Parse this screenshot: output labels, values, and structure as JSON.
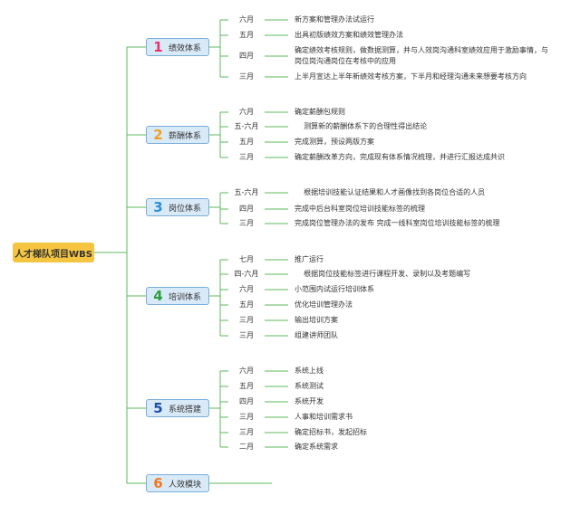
{
  "root": "人才梯队项目WBS",
  "colors": {
    "root": "#f5c542",
    "line": "#5cb85c",
    "category_fill": "#d8e9f7",
    "category_border": "#79aedb"
  },
  "categories": [
    {
      "num": "1",
      "num_color": "#e8336b",
      "label": "绩效体系",
      "items": [
        {
          "month": "六月",
          "text": "新方案和管理办法试运行"
        },
        {
          "month": "五月",
          "text": "出具初版绩效方案和绩效管理办法"
        },
        {
          "month": "四月",
          "text": "确定绩效考核规则，做数据测算，并与人效岗沟通科室绩效应用于激励事情，与\n岗位岗沟通岗位在考核中的应用"
        },
        {
          "month": "三月",
          "text": "上半月宣达上半年新绩效考核方案，下半月和经理沟通未来想要考核方向"
        }
      ]
    },
    {
      "num": "2",
      "num_color": "#f0a020",
      "label": "薪酬体系",
      "items": [
        {
          "month": "六月",
          "text": "确定薪酬包规则"
        },
        {
          "month": "五-六月",
          "text": "    测算新的薪酬体系下的合理性得出结论"
        },
        {
          "month": "五月",
          "text": "完成测算，预设两版方案"
        },
        {
          "month": "三月",
          "text": "确定薪酬改革方向，完成现有体系情况梳理，并进行汇报达成共识"
        }
      ]
    },
    {
      "num": "3",
      "num_color": "#2a8fd8",
      "label": "岗位体系",
      "items": [
        {
          "month": "五-六月",
          "text": "    根据培训技能认证结果和人才画像找到各岗位合适的人员"
        },
        {
          "month": "四月",
          "text": "完成中后台科室岗位培训技能标签的梳理"
        },
        {
          "month": "三月",
          "text": "完成岗位管理办法的发布 完成一线科室岗位培训技能标签的梳理"
        }
      ]
    },
    {
      "num": "4",
      "num_color": "#2e9e3e",
      "label": "培训体系",
      "items": [
        {
          "month": "七月",
          "text": "推广运行"
        },
        {
          "month": "四-六月",
          "text": "    根据岗位技能标签进行课程开发、录制以及考题编写"
        },
        {
          "month": "六月",
          "text": "小范围内试运行培训体系"
        },
        {
          "month": "五月",
          "text": "优化培训管理办法"
        },
        {
          "month": "三月",
          "text": "输出培训方案"
        },
        {
          "month": "三月",
          "text": "组建讲师团队"
        }
      ]
    },
    {
      "num": "5",
      "num_color": "#1a4fa8",
      "label": "系统搭建",
      "items": [
        {
          "month": "六月",
          "text": "系统上线"
        },
        {
          "month": "五月",
          "text": "系统测试"
        },
        {
          "month": "四月",
          "text": "系统开发"
        },
        {
          "month": "三月",
          "text": "人事和培训需求书"
        },
        {
          "month": "三月",
          "text": "确定招标书，发起招标"
        },
        {
          "month": "二月",
          "text": "确定系统需求"
        }
      ]
    },
    {
      "num": "6",
      "num_color": "#f07820",
      "label": "人效模块",
      "items": []
    }
  ]
}
